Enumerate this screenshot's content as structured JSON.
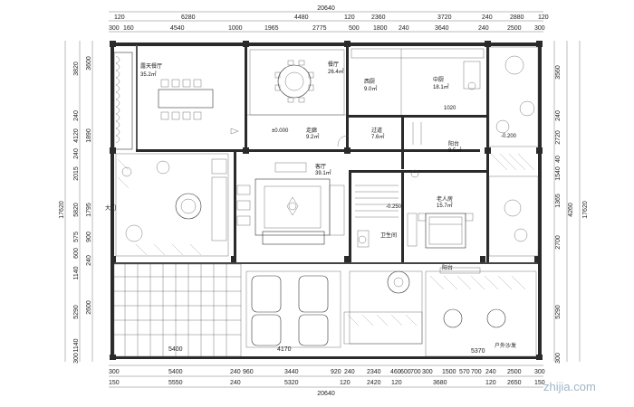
{
  "dims": {
    "top_total": "20640",
    "top_row1": [
      "120",
      "6280",
      "4480",
      "120",
      "2360",
      "3720",
      "240",
      "2880",
      "120"
    ],
    "top_row2": [
      "300",
      "160",
      "4540",
      "1000",
      "1965",
      "2775",
      "500",
      "1800",
      "240",
      "3640",
      "240",
      "2500",
      "300"
    ],
    "bottom_row1": [
      "300",
      "5400",
      "240",
      "960",
      "3440",
      "920",
      "240",
      "2340",
      "460",
      "600",
      "700",
      "300",
      "1500",
      "570",
      "700",
      "240",
      "2500",
      "300"
    ],
    "bottom_row2": [
      "150",
      "5550",
      "240",
      "5320",
      "120",
      "2420",
      "120",
      "3680",
      "120",
      "2650",
      "150"
    ],
    "bottom_total": "20640",
    "left_total": "17620",
    "left": [
      "3820",
      "3600",
      "240",
      "4120",
      "1890",
      "240",
      "2015",
      "5820",
      "1795",
      "900",
      "575",
      "600",
      "240",
      "1140",
      "5290",
      "2600",
      "1140",
      "300"
    ],
    "right_total": "17620",
    "right": [
      "3560",
      "240",
      "2720",
      "40",
      "1540",
      "1365",
      "4260",
      "2700",
      "5290",
      "300"
    ],
    "inner_bottom": [
      "5400",
      "4170",
      "5370"
    ]
  },
  "rooms": {
    "dining_outdoor": {
      "name": "露天餐厅",
      "area": "35.2㎡"
    },
    "restaurant": {
      "name": "餐厅",
      "area": "26.4㎡"
    },
    "western_kitchen": {
      "name": "西厨",
      "area": "9.0㎡"
    },
    "chinese_kitchen": {
      "name": "中厨",
      "area": "18.1㎡"
    },
    "hall": {
      "name": "走廊",
      "area": "9.2㎡"
    },
    "corridor": {
      "name": "过道",
      "area": "7.6㎡"
    },
    "balcony": {
      "name": "阳台",
      "area": "9.5㎡"
    },
    "living": {
      "name": "客厅",
      "area": "39.1㎡"
    },
    "guest_room": {
      "name": "老人房",
      "area": "15.7㎡"
    },
    "bath": {
      "name": "卫生间",
      "area": ""
    },
    "terrace": {
      "name": "阳台",
      "area": ""
    },
    "outdoor_sofa": {
      "name": "户外沙发",
      "area": ""
    }
  },
  "annotations": {
    "gate_left": "大门",
    "note_a": "±0.000",
    "note_b": "-0.200",
    "note_c": "-0.250",
    "note_d": "1020"
  },
  "watermark": "zhijia.com",
  "colors": {
    "line": "#333333",
    "wall": "#2a2a2a",
    "watermark": "#9fb6c8"
  }
}
